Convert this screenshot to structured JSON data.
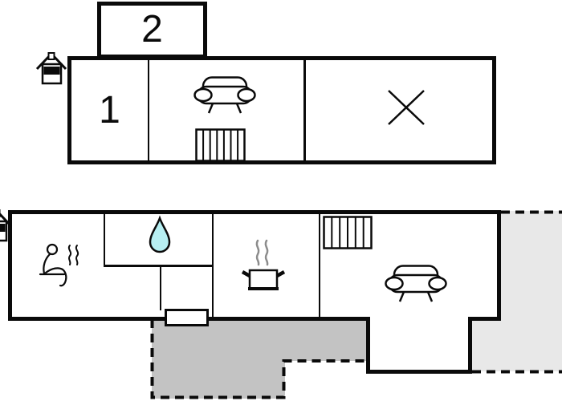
{
  "upper_plan": {
    "room_labels": {
      "room1": "1",
      "room2": "2"
    },
    "icons": {
      "entrance": "entrance-house-icon",
      "sofa": "sofa-icon",
      "stairs": "stairs-icon",
      "unavailable_area": "x-mark-icon"
    }
  },
  "lower_plan": {
    "icons": {
      "entrance": "entrance-house-icon",
      "sauna": "sauna-person-icon",
      "bathroom": "water-drop-icon",
      "kitchen": "cooking-pot-icon",
      "stairs": "stairs-icon",
      "sofa": "sofa-icon",
      "door": "door-opening"
    }
  },
  "colors": {
    "ink": "#0a0a0a",
    "terrace_dark": "#c3c3c3",
    "terrace_light": "#e8e8e8",
    "water_drop": "#b7eff2",
    "steam": "#8c8c8c",
    "background": "#ffffff"
  }
}
